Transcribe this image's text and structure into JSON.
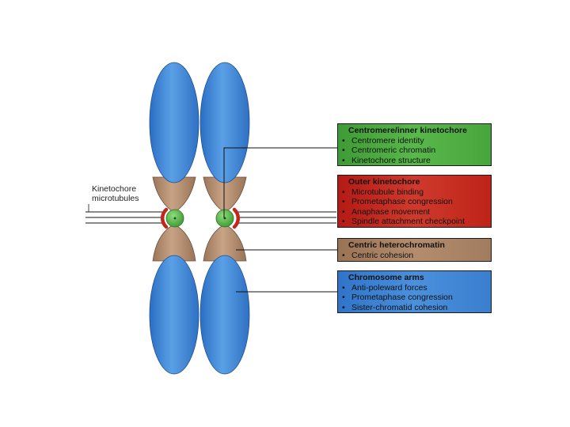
{
  "kinetochore_label": [
    "Kinetochore",
    "microtubules"
  ],
  "panels": {
    "centromere": {
      "title": "Centromere/inner kinetochore",
      "items": [
        "Centromere identity",
        "Centromeric chromatin",
        "Kinetochore structure"
      ],
      "color": "#4aab3f"
    },
    "outer": {
      "title": "Outer kinetochore",
      "items": [
        "Microtubule binding",
        "Prometaphase congression",
        "Anaphase movement",
        "Spindle attachment checkpoint"
      ],
      "color": "#c52b20"
    },
    "heterochromatin": {
      "title": "Centric heterochromatin",
      "items": [
        "Centric cohesion"
      ],
      "color": "#a88264"
    },
    "arms": {
      "title": "Chromosome arms",
      "items": [
        "Anti-poleward forces",
        "Prometaphase congression",
        "Sister-chromatid cohesion"
      ],
      "color": "#3f85d4"
    }
  },
  "colors": {
    "arm_blue": "#3a86d8",
    "heterochromatin_brown": "#b08a6c",
    "centromere_green": "#5cb84d",
    "kinetochore_red": "#c0281c"
  }
}
